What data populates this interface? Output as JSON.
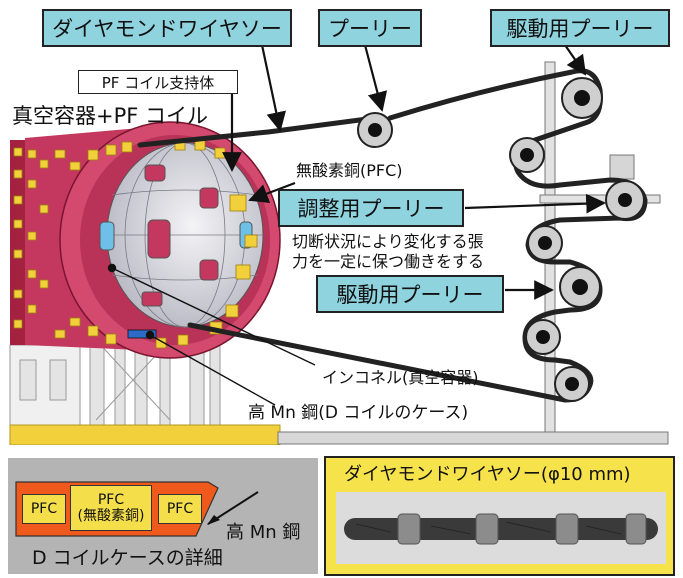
{
  "labels": {
    "diamond_wire_saw": "ダイヤモンドワイヤソー",
    "pulley": "プーリー",
    "drive_pulley_top": "駆動用プーリー",
    "pf_coil_support": "PF コイル支持体",
    "vacuum_vessel_pf": "真空容器+PF コイル",
    "oxygen_free_copper": "無酸素銅(PFC)",
    "adjust_pulley": "調整用プーリー",
    "tension_note_line1": "切断状況により変化する張",
    "tension_note_line2": "力を一定に保つ働きをする",
    "drive_pulley_mid": "駆動用プーリー",
    "inconel": "インコネル(真空容器)",
    "high_mn_steel_case": "高 Mn 鋼(D コイルのケース)"
  },
  "detail_panel": {
    "pfc_left": "PFC",
    "pfc_center_line1": "PFC",
    "pfc_center_line2": "(無酸素銅)",
    "pfc_right": "PFC",
    "high_mn": "高 Mn 鋼",
    "caption": "D コイルケースの詳細"
  },
  "wire_panel": {
    "title": "ダイヤモンドワイヤソー(φ10 mm)"
  },
  "colors": {
    "cyan_box": "#8fd3df",
    "magenta_vessel": "#c4375e",
    "yellow_support": "#f2d03c",
    "orange_case": "#ef5a1c",
    "gray_panel": "#b4b4b4"
  }
}
